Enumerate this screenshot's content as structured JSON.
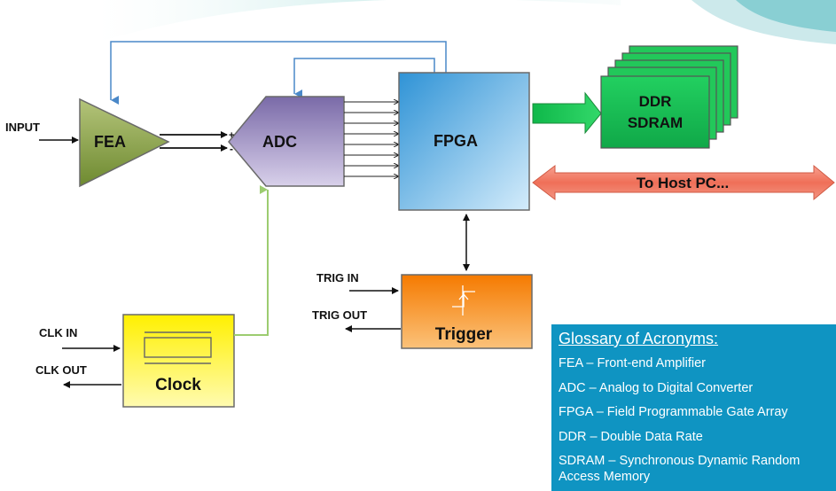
{
  "blocks": {
    "input_label": "INPUT",
    "fea": "FEA",
    "adc": "ADC",
    "adc_plus": "+",
    "adc_minus": "-",
    "fpga": "FPGA",
    "ddr_line1": "DDR",
    "ddr_line2": "SDRAM",
    "host_pc": "To Host PC...",
    "trig_in": "TRIG IN",
    "trig_out": "TRIG OUT",
    "trigger": "Trigger",
    "clk_in": "CLK IN",
    "clk_out": "CLK OUT",
    "clock": "Clock"
  },
  "colors": {
    "fea": "#8aa04a",
    "adc": "#8a7ab4",
    "fpga": "#4aa6de",
    "ddr": "#1fc45a",
    "host_arrow": "#ef6f58",
    "trigger": "#f28a10",
    "clock": "#fff23a",
    "glossary_bg": "#0f94c2"
  },
  "glossary": {
    "title": "Glossary of Acronyms:",
    "items": [
      "FEA – Front-end Amplifier",
      "ADC – Analog to Digital Converter",
      "FPGA – Field Programmable Gate Array",
      "DDR – Double Data Rate",
      "SDRAM – Synchronous Dynamic Random Access Memory"
    ]
  }
}
